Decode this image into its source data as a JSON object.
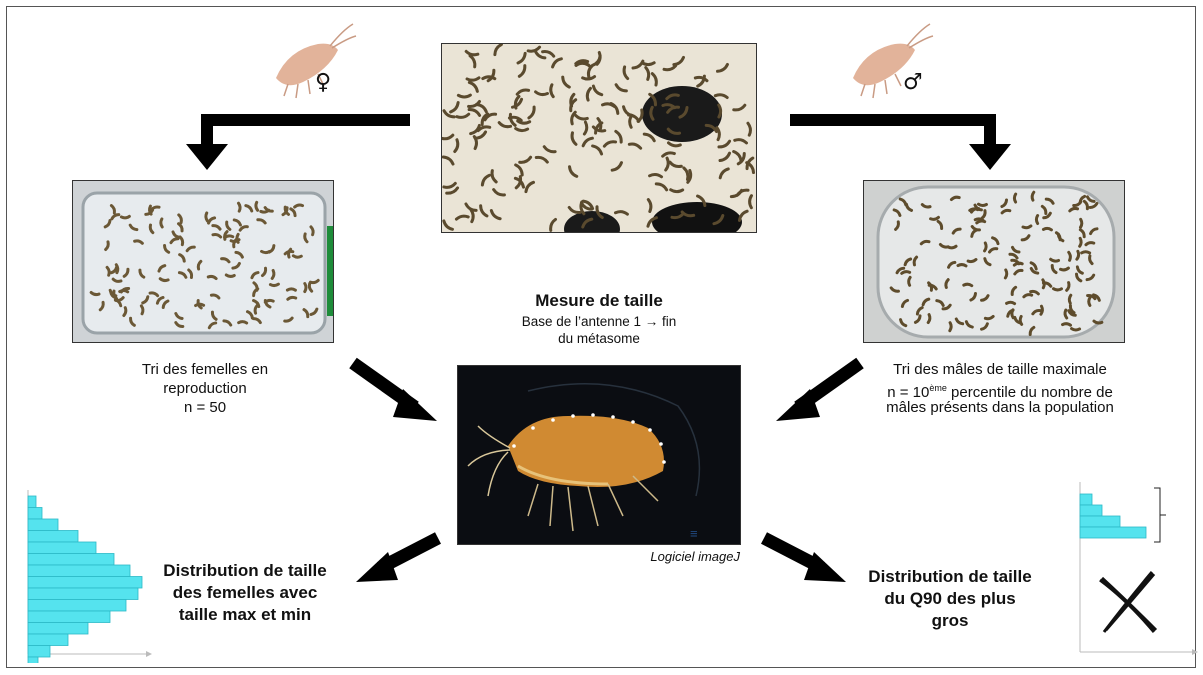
{
  "symbols": {
    "female": "♀",
    "male": "♂"
  },
  "measure": {
    "title": "Mesure de taille",
    "line1": "Base de l’antenne 1 → fin",
    "line2": "du métasome",
    "software": "Logiciel imageJ"
  },
  "female_sort": {
    "line1": "Tri des femelles en",
    "line2": "reproduction",
    "line3": "n = 50"
  },
  "male_sort": {
    "line1": "Tri des mâles de taille maximale",
    "line2_pre": "n = 10",
    "line2_sup": "ème",
    "line2_post": " percentile du nombre de",
    "line3": "mâles présents dans la population"
  },
  "female_dist": {
    "line1": "Distribution de taille",
    "line2": "des femelles avec",
    "line3": "taille max et min"
  },
  "male_dist": {
    "line1": "Distribution de taille",
    "line2": "du Q90 des plus",
    "line3": "gros"
  },
  "colors": {
    "histogram": "#55e3ee",
    "arrow": "#000000",
    "dark_bg": "#0b0d12",
    "specimen": "#d08a32"
  }
}
